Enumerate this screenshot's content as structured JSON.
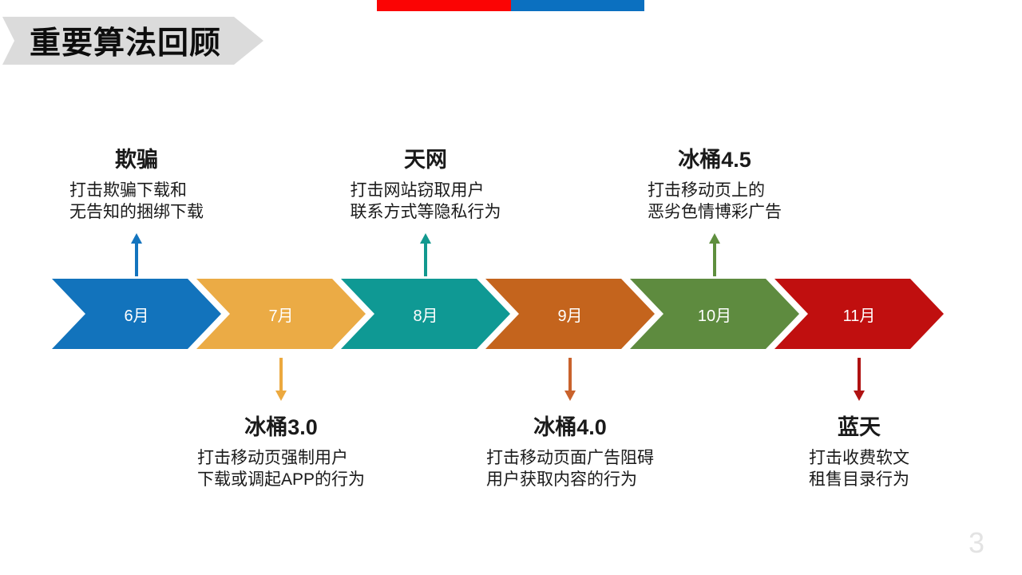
{
  "slide": {
    "title": "重要算法回顾",
    "page_number": "3",
    "top_bars": {
      "red": "#FB0404",
      "blue": "#0B70C0"
    },
    "banner_color": "#DBDBDB"
  },
  "timeline": {
    "months": [
      {
        "label": "6月",
        "color": "#1273BC"
      },
      {
        "label": "7月",
        "color": "#EBAB45"
      },
      {
        "label": "8月",
        "color": "#0F9994"
      },
      {
        "label": "9月",
        "color": "#C4641D"
      },
      {
        "label": "10月",
        "color": "#5E8B3F"
      },
      {
        "label": "11月",
        "color": "#C00F0F"
      }
    ],
    "annotations_above": [
      {
        "month": "6月",
        "title": "欺骗",
        "line1": "打击欺骗下载和",
        "line2": "无告知的捆绑下载",
        "arrow_color": "#1374BE"
      },
      {
        "month": "8月",
        "title": "天网",
        "line1": "打击网站窃取用户",
        "line2": "联系方式等隐私行为",
        "arrow_color": "#12998F"
      },
      {
        "month": "10月",
        "title": "冰桶4.5",
        "line1": "打击移动页上的",
        "line2": "恶劣色情博彩广告",
        "arrow_color": "#5F8F3E"
      }
    ],
    "annotations_below": [
      {
        "month": "7月",
        "title": "冰桶3.0",
        "line1": "打击移动页强制用户",
        "line2": "下载或调起APP的行为",
        "arrow_color": "#ECA93F"
      },
      {
        "month": "9月",
        "title": "冰桶4.0",
        "line1": "打击移动页面广告阻碍",
        "line2": "用户获取内容的行为",
        "arrow_color": "#C9622C"
      },
      {
        "month": "11月",
        "title": "蓝天",
        "line1": "打击收费软文",
        "line2": "租售目录行为",
        "arrow_color": "#B01212"
      }
    ]
  }
}
